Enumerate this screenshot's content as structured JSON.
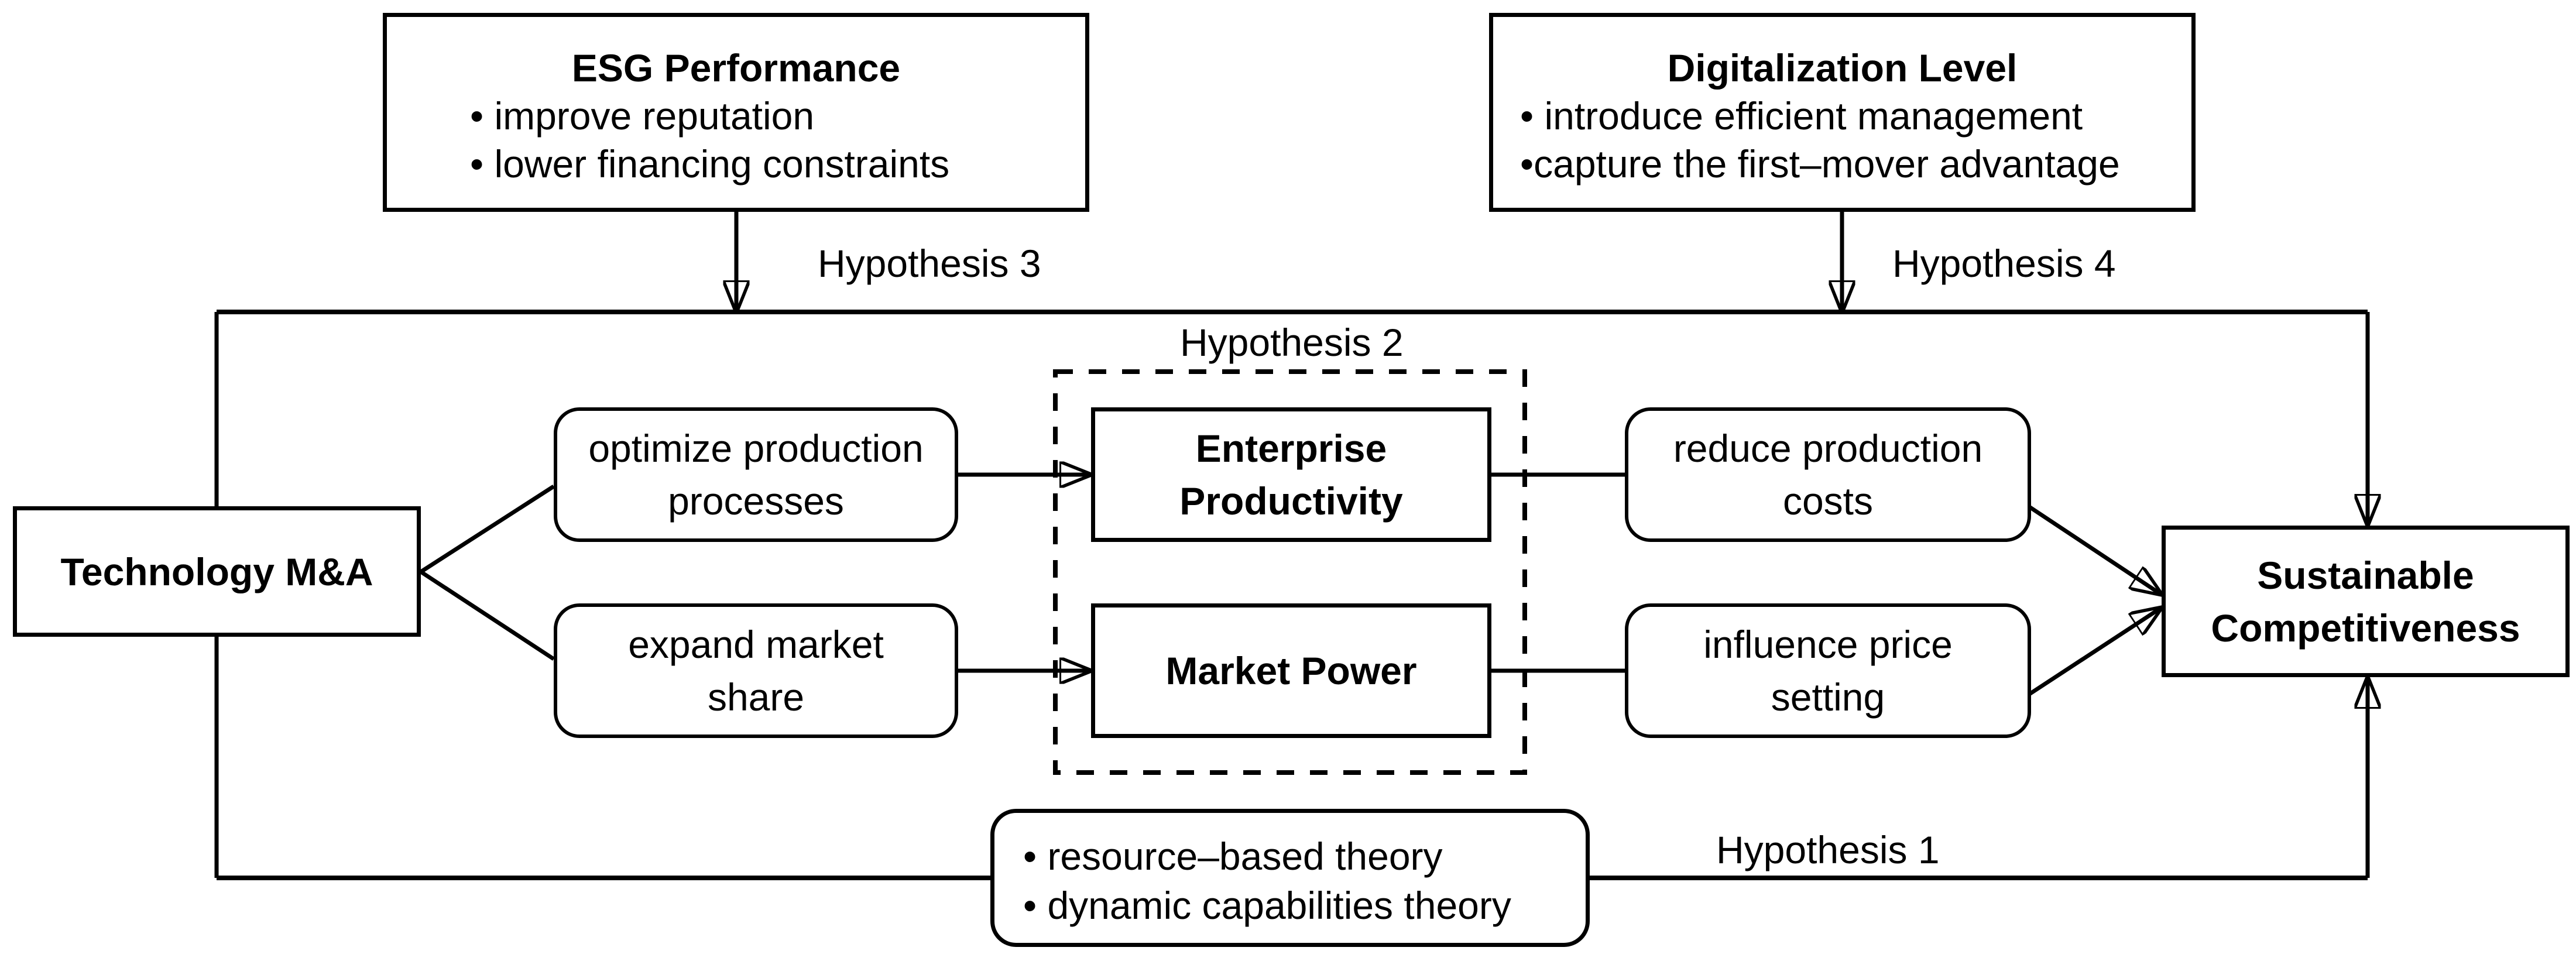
{
  "figure": {
    "background": "#ffffff",
    "line_color": "#000000"
  },
  "nodes": {
    "esg": {
      "title": "ESG Performance",
      "items": [
        "• improve reputation",
        "• lower financing constraints"
      ]
    },
    "digitalization": {
      "title": "Digitalization Level",
      "items": [
        "• introduce efficient management",
        "•capture the first–mover advantage"
      ]
    },
    "technology_ma": {
      "label": "Technology M&A"
    },
    "optimize": {
      "line1": "optimize production",
      "line2": "processes"
    },
    "expand": {
      "line1": "expand market",
      "line2": "share"
    },
    "enterprise_productivity": {
      "line1": "Enterprise",
      "line2": "Productivity"
    },
    "market_power": {
      "label": "Market Power"
    },
    "reduce_costs": {
      "line1": "reduce production",
      "line2": "costs"
    },
    "influence_price": {
      "line1": "influence price",
      "line2": "setting"
    },
    "sustainable_competitiveness": {
      "line1": "Sustainable",
      "line2": "Competitiveness"
    },
    "theories": {
      "items": [
        "• resource–based theory",
        "• dynamic capabilities theory"
      ]
    }
  },
  "labels": {
    "hypothesis1": "Hypothesis 1",
    "hypothesis2": "Hypothesis 2",
    "hypothesis3": "Hypothesis 3",
    "hypothesis4": "Hypothesis 4"
  }
}
